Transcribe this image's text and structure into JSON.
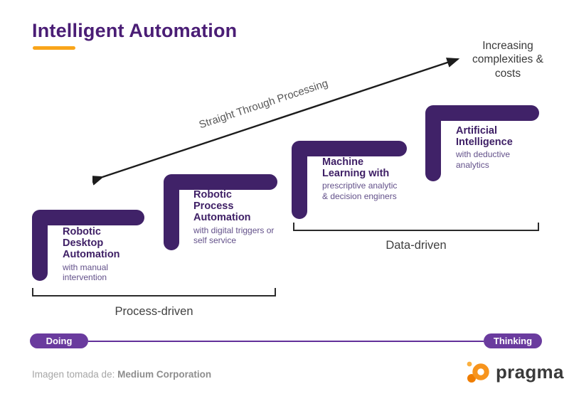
{
  "title": "Intelligent Automation",
  "arrow": {
    "label": "Straight Through Processing",
    "annotation": "Increasing complexities & costs"
  },
  "steps": [
    {
      "heading": "Robotic Desktop Automation",
      "sub": "with manual intervention"
    },
    {
      "heading": "Robotic Process Automation",
      "sub": "with digital triggers or self service"
    },
    {
      "heading": "Machine Learning with",
      "sub": "prescriptive analytic & decision enginers"
    },
    {
      "heading": "Artificial Intelligence",
      "sub": "with deductive analytics"
    }
  ],
  "brackets": [
    {
      "label": "Process-driven"
    },
    {
      "label": "Data-driven"
    }
  ],
  "axis": {
    "left_label": "Doing",
    "right_label": "Thinking"
  },
  "footer": {
    "credit_prefix": "Imagen tomada de: ",
    "credit_source": "Medium Corporation",
    "logo_text": "pragma"
  },
  "colors": {
    "purple_dark": "#402268",
    "purple_title": "#4a1d75",
    "purple_sub": "#63518a",
    "purple_pill": "#6a3b9e",
    "orange_accent": "#f9a51a",
    "arrow_black": "#1c1c1c",
    "gray_text": "#3a3a3a",
    "credit_gray": "#a6a6a6",
    "logo_orange": "#f7941d"
  }
}
